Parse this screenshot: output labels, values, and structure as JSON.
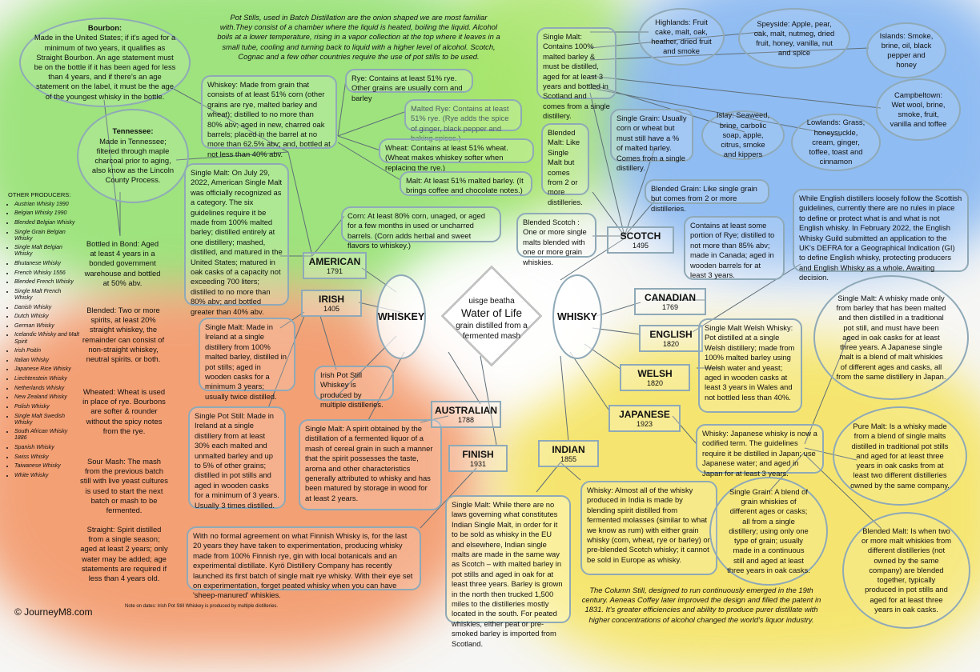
{
  "center": {
    "line1": "uisge beatha",
    "line2": "Water of Life",
    "line3": "grain distilled from a fermented mash"
  },
  "whiskey_label": "WHISKEY",
  "whisky_label": "WHISKY",
  "pot_stills_note": "Pot Stills, used in Batch Distillation are the onion shaped we are most familiar with.They consist of a chamber where the liquid is heated, boiling the liquid. Alcohol boils at a lower temperature, rising in a vapor collection at the top where it leaves in a small tube, cooling and turning back to liquid with a higher level of alcohol. Scotch, Cognac and a few other countries require the use of pot stills to be used.",
  "column_still_note": "The Column Still, designed to run continuously emerged in the 19th century. Aeneas Coffey later improved the design and filled the patent in 1831. It's greater efficiencies and ability to produce purer distillate with higher concentrations of alcohol changed the world's liquor industry.",
  "countries": {
    "american": {
      "name": "AMERICAN",
      "year": "1791"
    },
    "irish": {
      "name": "IRISH",
      "year": "1405"
    },
    "australian": {
      "name": "AUSTRALIAN",
      "year": "1788"
    },
    "finish": {
      "name": "FINISH",
      "year": "1931"
    },
    "indian": {
      "name": "INDIAN",
      "year": "1855"
    },
    "scotch": {
      "name": "SCOTCH",
      "year": "1495"
    },
    "canadian": {
      "name": "CANADIAN",
      "year": "1769"
    },
    "english": {
      "name": "ENGLISH",
      "year": "1820"
    },
    "welsh": {
      "name": "WELSH",
      "year": "1820"
    },
    "japanese": {
      "name": "JAPANESE",
      "year": "1923"
    }
  },
  "bourbon": {
    "title": "Bourbon:",
    "text": "Made in the United States; if it's aged for a minimum of two years, it qualifies as Straight Bourbon. An age statement must be on the bottle if it has been aged for less than 4 years, and if there's an age statement on the label, it must be the age of the youngest whisky in the bottle."
  },
  "tennessee": {
    "title": "Tennessee:",
    "text": "Made in Tennessee; filtered through maple charcoal prior to aging, also know as the Lincoln County Process."
  },
  "bottled_in_bond": "Bottled in Bond: Aged at least 4 years in a bonded government warehouse and bottled at 50% abv.",
  "blended": "Blended: Two or more spirits, at least 20% straight whiskey, the remainder can consist of non-straight whiskey, neutral spirits. or both.",
  "wheated": "Wheated: Wheat is used in place of rye. Bourbons are softer & rounder without the spicy notes from the rye.",
  "sour_mash": "Sour Mash: The mash from the previous batch still with live yeast cultures is used to start the next batch or mash to be fermented.",
  "straight": "Straight: Spirit distilled from a single season; aged at least 2 years; only water may be added; age statements are required if less than 4 years old.",
  "american_whiskey": "Whiskey: Made from grain that consists of at least 51% corn (other grains are rye, malted barley and wheat); distilled to no more than 80% abv; aged in new, charred oak barrels; placed in the barrel at no more than 62.5% abv; and, bottled at not less than 40% abv.",
  "rye": "Rye: Contains at least 51% rye. Other grains are usually corn and barley",
  "malted_rye": "Malted Rye: Contains at least 51% rye. (Rye adds the spice of ginger, black pepper and baking spices.)",
  "wheat": "Wheat: Contains at least 51% wheat. (Wheat makes whiskey softer when replacing the rye.)",
  "malt": "Malt: At least 51% malted barley. (It brings coffee and chocolate notes.)",
  "corn": "Corn: At least 80% corn, unaged, or aged for a few months in used or uncharred barrels. (Corn adds herbal and sweet flavors to whiskey.)",
  "american_single_malt": "Single Malt: On July 29, 2022, American Single Malt was officially recognized as a category. The six guidelines require it be made from 100% malted barley; distilled entirely at one distillery; mashed, distilled, and matured in the United States; matured in oak casks of a capacity not exceeding 700 liters; distilled to no more than 80% abv; and bottled greater than 40% abv.",
  "irish_single_malt": "Single Malt: Made in Ireland at a single distillery from 100% malted barley, distilled in pot stills; aged in wooden casks for a minimum 3 years; usually twice distilled.",
  "irish_pot_still": "Irish Pot Still Whiskey is produced by multiple distilleries.",
  "single_pot_still": "Single Pot Still: Made in Ireland at a single distillery from at least 30% each malted and unmalted barley and up to 5% of other grains; distilled in pot stills and aged in wooden casks for a minimum of 3 years. Usually 3 times distilled.",
  "australian_single_malt": "Single Malt: A spirit obtained by the distillation of a fermented liquor of a mash of cereal grain in such a manner that the spirit possesses the taste, aroma and other characteristics generally attributed to whisky and has been matured by storage in wood for at least 2 years.",
  "finnish": "With no formal agreement on what Finnish Whisky is, for the last 20 years they have taken to experimentation, producing whisky made from 100% Finnish rye, gin with local botanicals and an experimental distillate. Kyrö Distillery Company has recently launched its first batch of single malt rye whisky. With their eye set on experimentation, forget peated whisky when you can have 'sheep-manured' whiskies.",
  "indian_single_malt": "Single Malt: While there are no laws governing what constitutes Indian Single Malt, in order for it to be sold as whisky in the EU and elsewhere, Indian single malts are made in the same way as Scotch – with malted barley in pot stills and aged in oak for at least three years. Barley is grown in the north then trucked 1,500 miles to the distilleries mostly located in the south. For peated whiskies, either peat or pre-smoked barley is imported from Scotland.",
  "indian_whisky": "Whisky: Almost all of the whisky produced in India is made by blending spirit distilled from fermented molasses (similar to what we know as rum) with either grain whisky (corn, wheat, rye or barley) or pre-blended Scotch whisky; it cannot be sold in Europe as whisky.",
  "scotch_single_malt": "Single Malt: Contains 100% malted barley & must be distilled, aged for at least 3 years and bottled in Scotland and comes from a single distillery.",
  "scotch_single_grain": "Single Grain: Usually corn or wheat but must still have a % of malted barley. Comes from a single distillery.",
  "blended_malt_scotch": "Blended Malt: Like Single Malt but comes from 2 or more distilleries.",
  "blended_scotch": "Blended Scotch : One or more single malts blended with one or more grain whiskies.",
  "blended_grain": "Blended Grain: Like single grain but comes from 2 or more distilleries.",
  "highlands": "Highlands: Fruit cake, malt, oak, heather, dried fruit and smoke",
  "speyside": "Speyside: Apple, pear, oak, malt, nutmeg, dried fruit, honey, vanilla, nut and spice",
  "islands": "Islands: Smoke, brine, oil, black pepper and honey",
  "campbeltown": "Campbeltown: Wet wool, brine, smoke, fruit, vanilla and toffee",
  "islay": "Islay: Seaweed, brine, carbolic soap, apple, citrus, smoke and kippers",
  "lowlands": "Lowlands: Grass, honeysuckle, cream, ginger, toffee, toast and cinnamon",
  "canadian": "Contains at least some portion of Rye; distilled to not more than 85% abv; made in Canada; aged in wooden barrels for at least 3 years.",
  "english": "While English distillers loosely follow the Scottish guidelines, currently there are no rules in place to define or protect what is and what is not English whisky. In February 2022, the English Whisky Guild submitted an application to the UK's DEFRA for a Geographical Indication (GI) to define English whisky, protecting producers and English Whisky as a whole. Awaiting decision.",
  "welsh": "Single Malt Welsh Whisky: Pot distilled at a single Welsh distillery; made from 100% malted barley using Welsh water and yeast; aged in wooden casks at least 3 years in Wales and not bottled less than 40%.",
  "japanese_whisky": "Whisky: Japanese whisky is now a codified term. The guidelines require it be distilled in Japan; use Japanese water; and aged in Japan for at least 3 years.",
  "japanese_single_malt": "Single Malt: A whisky made only from barley that has been malted and then distilled in a traditional pot still, and must have been aged in oak casks for at least three years. A Japanese single malt is a blend of malt whiskies of different ages and casks, all from the same distillery in Japan.",
  "pure_malt": "Pure Malt: Is a whisky made from a blend of single malts distilled in traditional pot stills and aged for at least three years in oak casks from at least two different distilleries owned by the same company.",
  "japanese_single_grain": "Single Grain: A blend of grain whiskies of different ages or casks; all from a single distillery; using only one type of grain; usually made in a continuous still and aged at least three years in oak casks.",
  "japanese_blended_malt": "Blended Malt: Is when two or more malt whiskies from different distilleries (not owned by the same company) are blended together, typically produced in pot stills and aged for at least three years in oak casks.",
  "other_producers": {
    "header": "OTHER PRODUCERS:",
    "items": [
      "Austrian Whisky 1990",
      "Belgian Whisky 1990",
      "Blended Belgian Whisky",
      "Single Grain Belgian Whisky",
      "Single Malt Belgian Whisky",
      "Bhutanese Whisky",
      "French Whisky 1556",
      "Blended French Whisky",
      "Single Malt French Whisky",
      "Danish Whisky",
      "Dutch Whisky",
      "German Whisky",
      "Icelandic Whisky and Malt Spirit",
      "Irish Poitín",
      "Italian Whisky",
      "Japanese Rice Whisky",
      "Liechtenstein Whisky",
      "Netherlands Whisky",
      "New Zealand Whisky",
      "Polish Whisky",
      "Single Malt Swedish Whisky",
      "South African Whisky 1886",
      "Spanish Whisky",
      "Swiss Whisky",
      "Taiwanese Whisky",
      "White Whisky"
    ]
  },
  "footer": "© JourneyM8.com",
  "note": "Note on dates: Irish Pot Still Whiskey is produced by multiple distilleries.",
  "colors": {
    "green": "#7ed957",
    "orange": "#f08a4b",
    "blue": "#6aa6f0",
    "yellow": "#f4e04d",
    "outline": "#8fa9b7"
  }
}
